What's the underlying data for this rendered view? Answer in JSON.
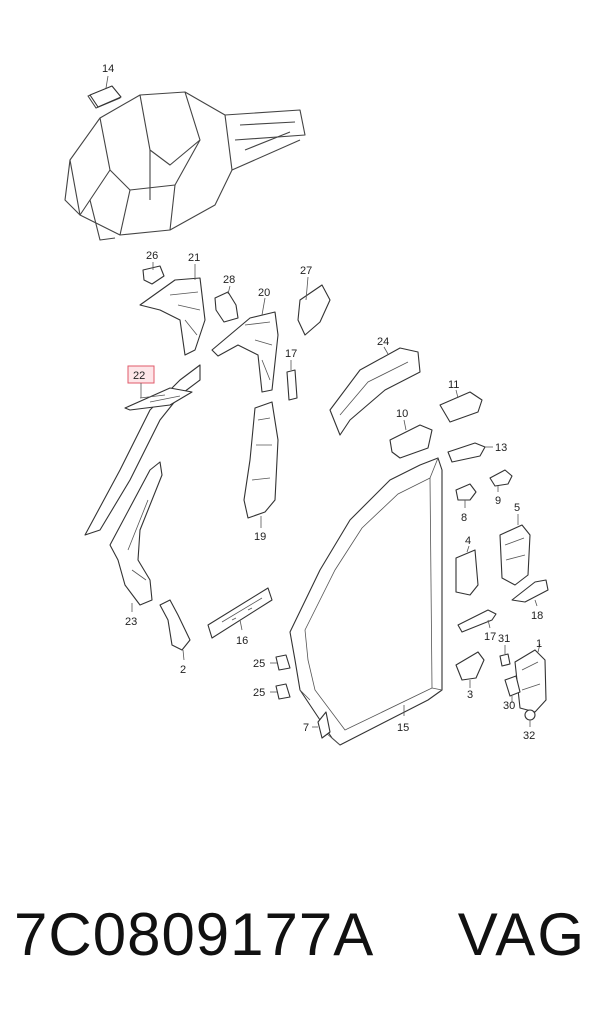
{
  "diagram": {
    "highlight_color": "#e05a6a",
    "labels": {
      "c1": "1",
      "c2": "2",
      "c3": "3",
      "c4": "4",
      "c5": "5",
      "c7": "7",
      "c8": "8",
      "c9": "9",
      "c10": "10",
      "c11": "11",
      "c13": "13",
      "c14": "14",
      "c15": "15",
      "c16": "16",
      "c17a": "17",
      "c17b": "17",
      "c18": "18",
      "c19": "19",
      "c20": "20",
      "c21": "21",
      "c22": "22",
      "c23": "23",
      "c24": "24",
      "c25a": "25",
      "c25b": "25",
      "c26": "26",
      "c27": "27",
      "c28": "28",
      "c30": "30",
      "c31": "31",
      "c32": "32"
    }
  },
  "footer": {
    "part_number": "7C0809177A",
    "brand": "VAG"
  }
}
